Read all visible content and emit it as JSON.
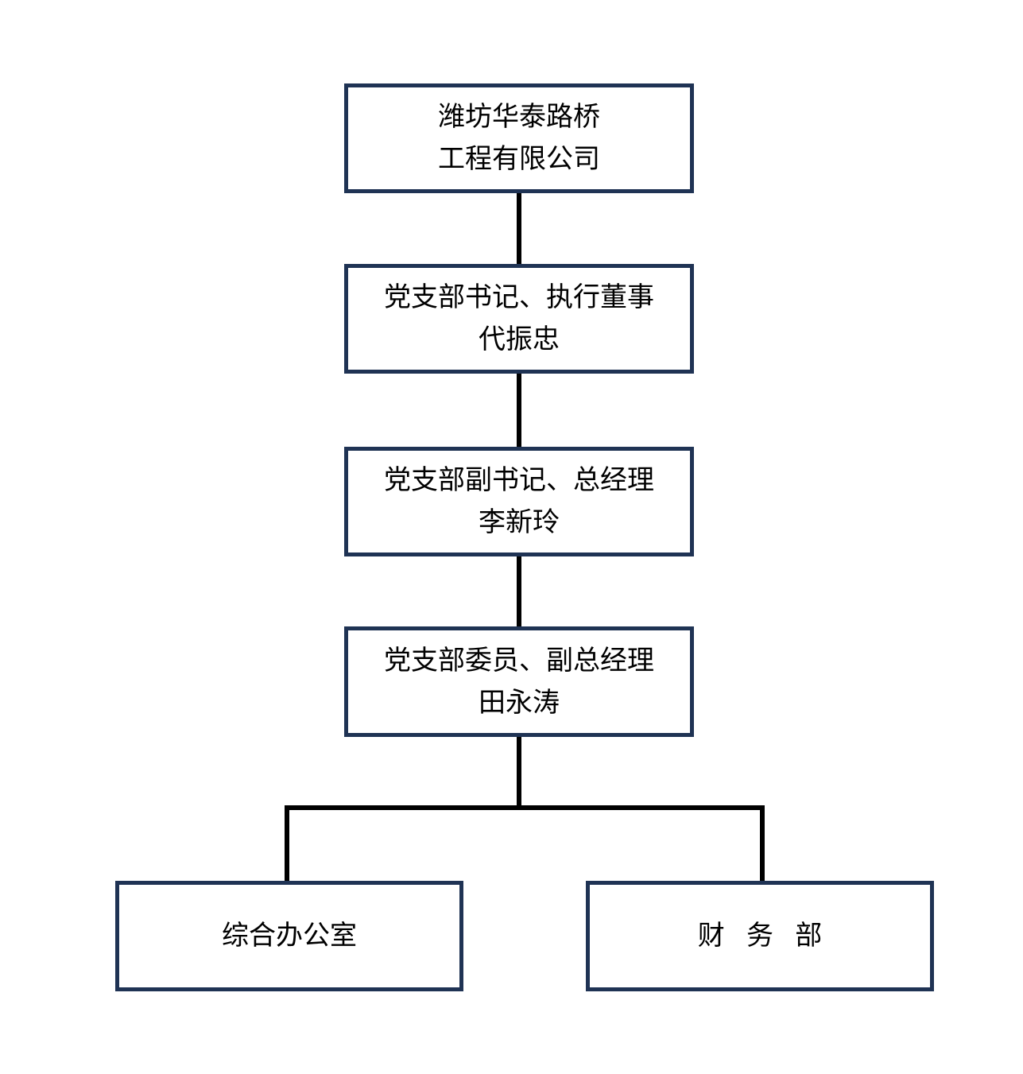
{
  "diagram": {
    "type": "org-chart",
    "colors": {
      "box_border": "#1f3354",
      "connector_line": "#000000",
      "text": "#000000",
      "background": "#ffffff"
    },
    "nodes": {
      "company": {
        "lines": [
          "潍坊华泰路桥",
          "工程有限公司"
        ]
      },
      "secretary": {
        "lines": [
          "党支部书记、执行董事",
          "代振忠"
        ]
      },
      "deputy_secretary": {
        "lines": [
          "党支部副书记、总经理",
          "李新玲"
        ]
      },
      "committee_member": {
        "lines": [
          "党支部委员、副总经理",
          "田永涛"
        ]
      },
      "general_office": {
        "lines": [
          "综合办公室"
        ]
      },
      "finance_dept": {
        "lines": [
          "财 务 部"
        ]
      }
    }
  }
}
